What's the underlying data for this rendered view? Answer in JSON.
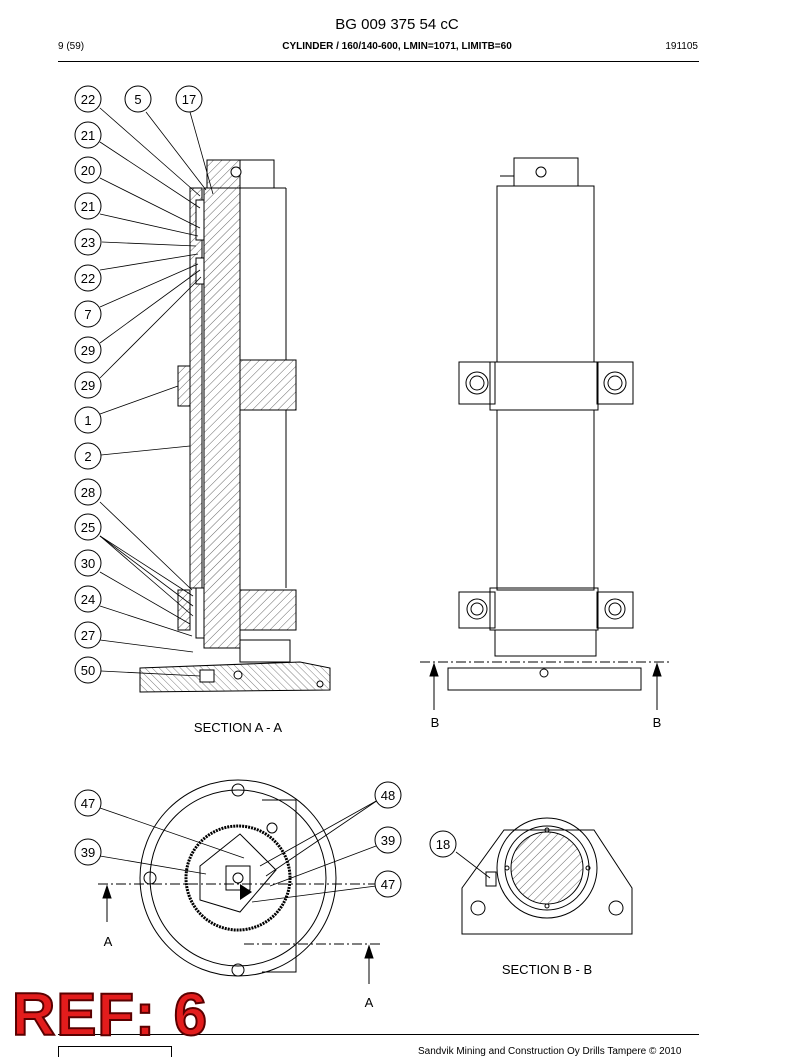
{
  "header": {
    "title": "BG 009 375 54 cC",
    "page": "9 (59)",
    "subtitle": "CYLINDER / 160/140-600, LMIN=1071, LIMITB=60",
    "code": "191105"
  },
  "drawing": {
    "balloons_section_aa": [
      "22",
      "5",
      "17",
      "21",
      "20",
      "21",
      "23",
      "22",
      "7",
      "29",
      "29",
      "1",
      "2",
      "28",
      "25",
      "30",
      "24",
      "27",
      "50"
    ],
    "balloons_bottom_left": [
      "47",
      "39",
      "48",
      "39",
      "47"
    ],
    "balloons_section_bb": [
      "18"
    ],
    "section_aa_label": "SECTION A - A",
    "section_bb_label": "SECTION B - B",
    "cut_letter_b": "B",
    "cut_letter_a": "A"
  },
  "stamp": {
    "text": "REF: 6"
  },
  "footer": {
    "copyright": "Sandvik Mining and Construction Oy Drills Tampere © 2010"
  }
}
